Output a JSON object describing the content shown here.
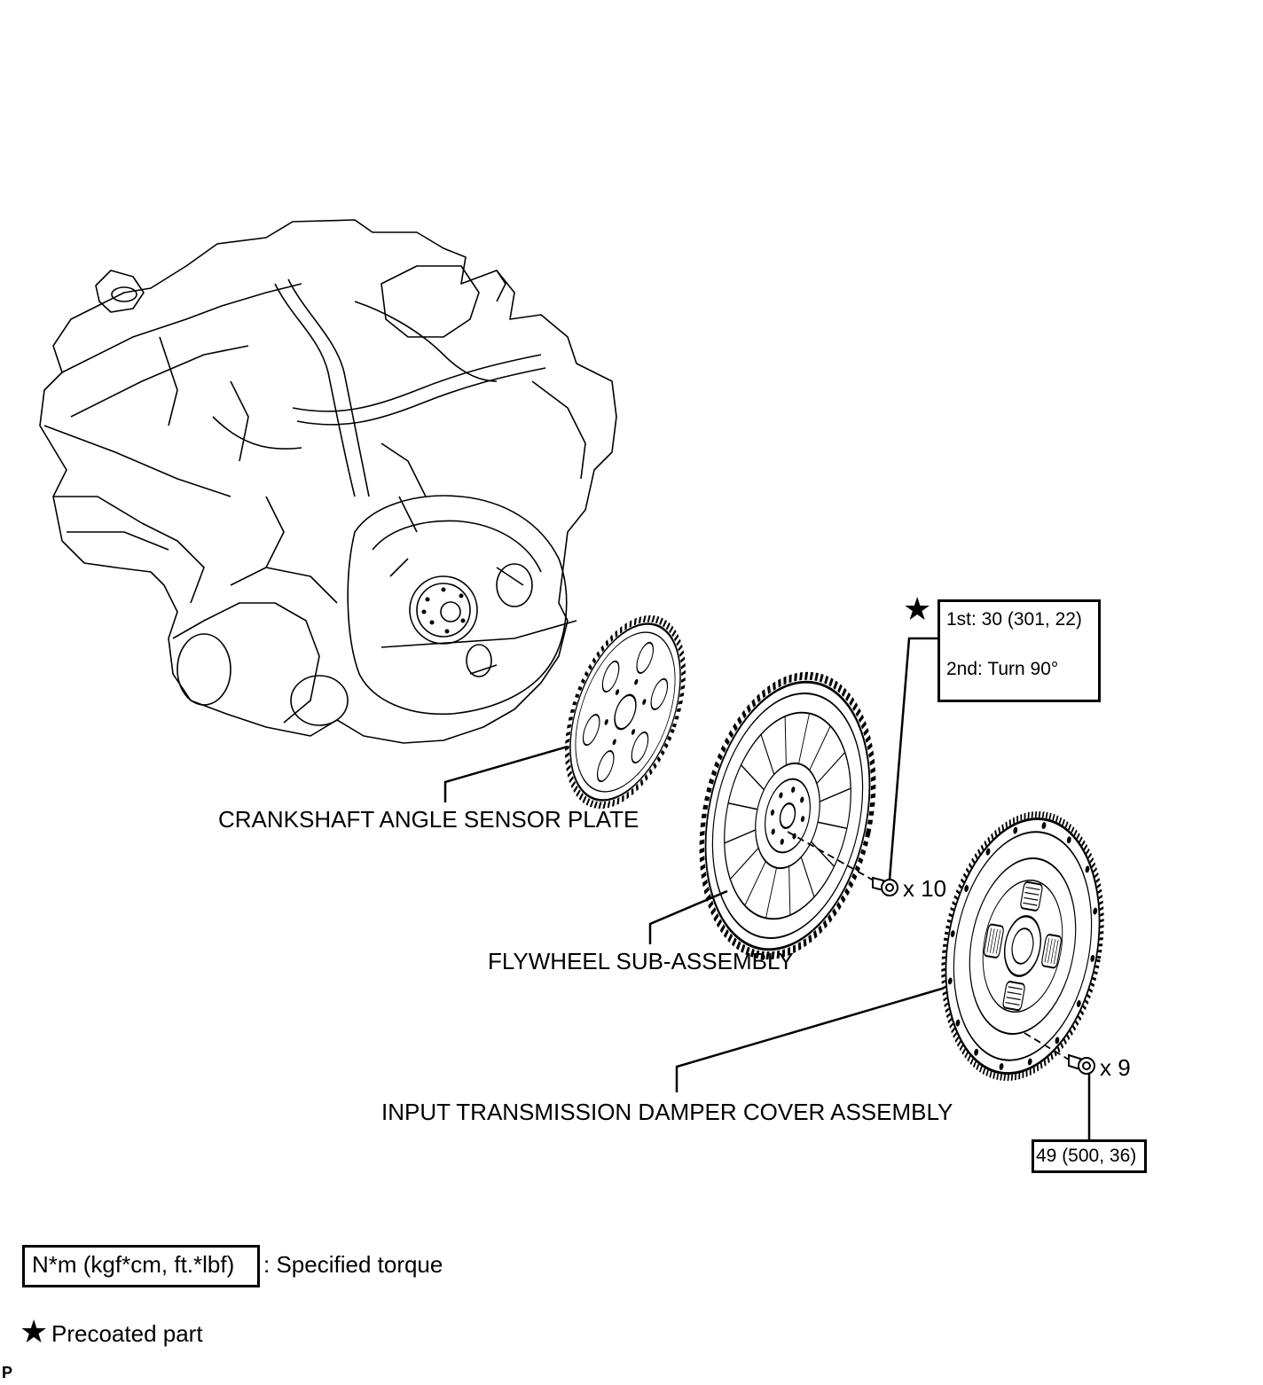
{
  "labels": {
    "crank_plate": "CRANKSHAFT ANGLE SENSOR PLATE",
    "flywheel": "FLYWHEEL SUB-ASSEMBLY",
    "damper": "INPUT TRANSMISSION DAMPER COVER ASSEMBLY"
  },
  "torque": {
    "flywheel_step1": "1st: 30 (301, 22)",
    "flywheel_step2": "2nd: Turn 90°",
    "damper_bolt": "49 (500, 36)"
  },
  "quantities": {
    "flywheel_bolts": "x 10",
    "damper_bolts": "x 9"
  },
  "legend": {
    "torque_unit": "N*m (kgf*cm, ft.*lbf)",
    "torque_desc": ": Specified torque",
    "precoat_desc": "Precoated part"
  },
  "footer": {
    "code": "P"
  },
  "icons": {
    "precoat": "star-icon"
  }
}
